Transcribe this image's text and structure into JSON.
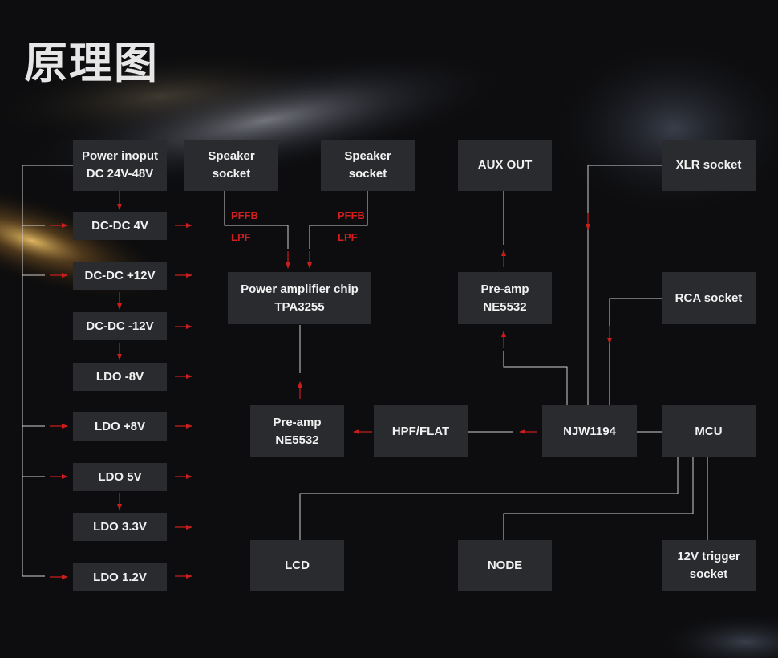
{
  "page": {
    "title": "原理图"
  },
  "colors": {
    "background": "#0d0d0f",
    "box": "#2a2b2e",
    "wire": "#d0d0d0",
    "arrow": "#c81e1e",
    "label_red": "#d21e1e"
  },
  "nodes": {
    "power_input": {
      "line1": "Power inoput",
      "line2": "DC 24V-48V"
    },
    "dcdc_4v": {
      "label": "DC-DC 4V"
    },
    "dcdc_p12v": {
      "label": "DC-DC +12V"
    },
    "dcdc_m12v": {
      "label": "DC-DC -12V"
    },
    "ldo_m8v": {
      "label": "LDO -8V"
    },
    "ldo_p8v": {
      "label": "LDO +8V"
    },
    "ldo_5v": {
      "label": "LDO 5V"
    },
    "ldo_3v3": {
      "label": "LDO 3.3V"
    },
    "ldo_1v2": {
      "label": "LDO 1.2V"
    },
    "speaker_left": {
      "line1": "Speaker",
      "line2": "socket"
    },
    "speaker_right": {
      "line1": "Speaker",
      "line2": "socket"
    },
    "power_amp": {
      "line1": "Power amplifier chip",
      "line2": "TPA3255"
    },
    "preamp_left": {
      "line1": "Pre-amp",
      "line2": "NE5532"
    },
    "hpf_flat": {
      "label": "HPF/FLAT"
    },
    "aux_out": {
      "label": "AUX OUT"
    },
    "preamp_right": {
      "line1": "Pre-amp",
      "line2": "NE5532"
    },
    "njw1194": {
      "label": "NJW1194"
    },
    "xlr": {
      "label": "XLR socket"
    },
    "rca": {
      "label": "RCA socket"
    },
    "mcu": {
      "label": "MCU"
    },
    "lcd": {
      "label": "LCD"
    },
    "node": {
      "label": "NODE"
    },
    "trigger": {
      "line1": "12V trigger",
      "line2": "socket"
    }
  },
  "labels": {
    "pffb_left": "PFFB",
    "lpf_left": "LPF",
    "pffb_right": "PFFB",
    "lpf_right": "LPF"
  }
}
